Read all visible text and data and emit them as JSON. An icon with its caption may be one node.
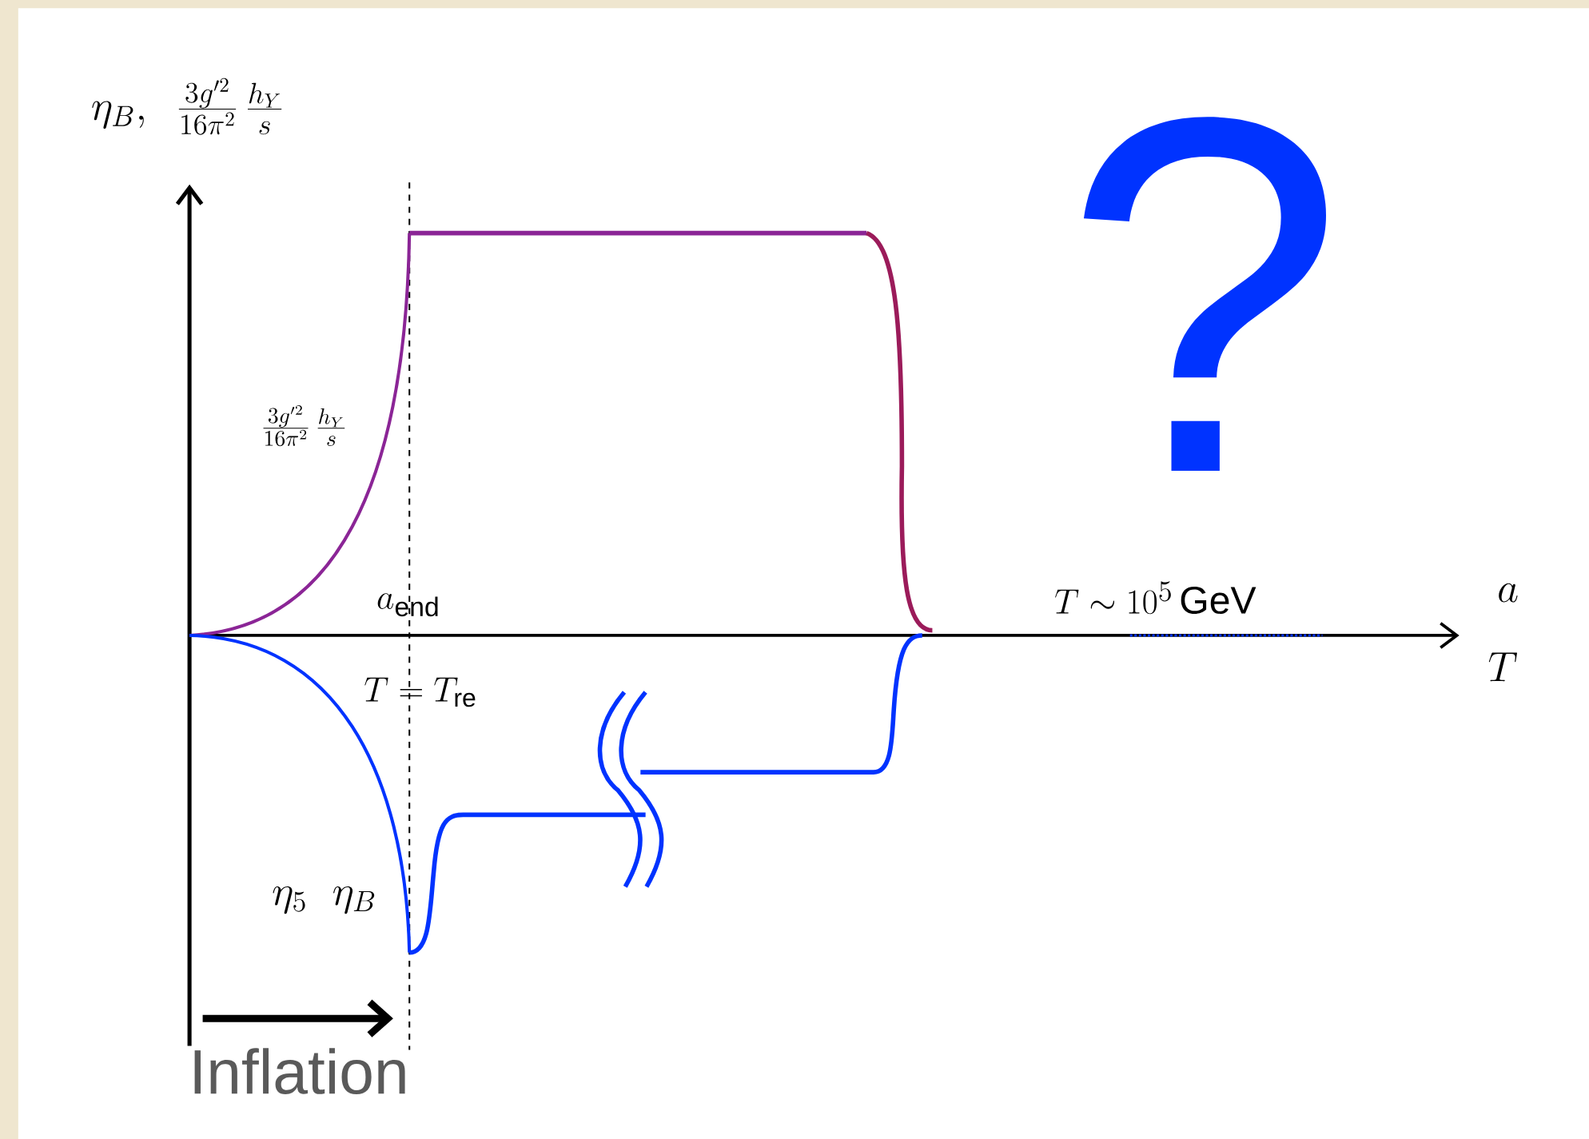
{
  "diagram": {
    "labels": [
      "\\eta_B,\\ \\ \\frac{3g'^2}{16\\pi^2}\\,\\frac{h_Y}{s}",
      "?",
      "\\frac{3g'^2}{16\\pi^2}\\,\\frac{h_Y}{s}",
      "a_{\\rm end}",
      "T\\sim 10^5\\,\\textsf{GeV}",
      "a",
      "T=T_{\\rm re}",
      "T",
      "\\eta_5\\ \\ \\eta_B",
      "Inflation"
    ]
  }
}
